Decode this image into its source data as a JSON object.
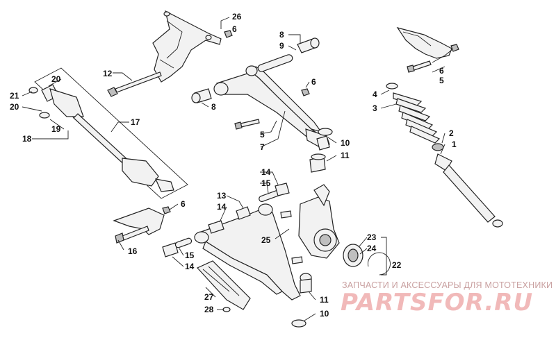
{
  "diagram": {
    "callouts": {
      "c26": "26",
      "c6a": "6",
      "c8a": "8",
      "c9": "9",
      "c12": "12",
      "c6b": "6",
      "c5a": "5",
      "c20a": "20",
      "c21": "21",
      "c20b": "20",
      "c19": "19",
      "c18": "18",
      "c17": "17",
      "c6c": "6",
      "c8b": "8",
      "c5b": "5",
      "c7": "7",
      "c4": "4",
      "c3": "3",
      "c2": "2",
      "c1": "1",
      "c10a": "10",
      "c11a": "11",
      "c14a": "14",
      "c15a": "15",
      "c13": "13",
      "c14b": "14",
      "c6d": "6",
      "c16": "16",
      "c15b": "15",
      "c14c": "14",
      "c25": "25",
      "c23": "23",
      "c24": "24",
      "c22": "22",
      "c27": "27",
      "c28": "28",
      "c11b": "11",
      "c10b": "10"
    }
  },
  "watermark": {
    "tagline": "ЗАПЧАСТИ И АКСЕССУАРЫ ДЛЯ МОТОТЕХНИКИ",
    "logo": "PARTSFOR.RU"
  }
}
